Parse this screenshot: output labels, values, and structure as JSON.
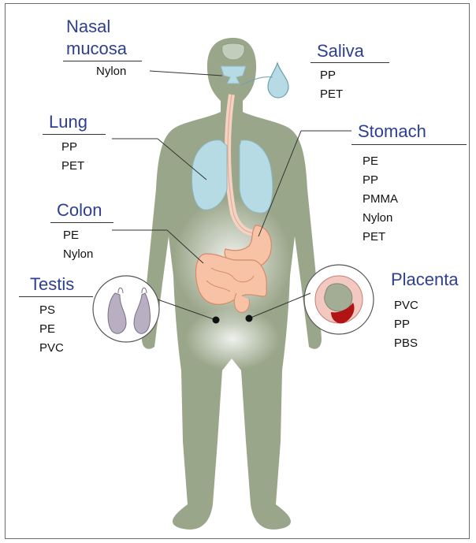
{
  "organs": {
    "nasal": {
      "title_line1": "Nasal",
      "title_line2": "mucosa",
      "items": [
        "Nylon"
      ]
    },
    "saliva": {
      "title": "Saliva",
      "items": [
        "PP",
        "PET"
      ]
    },
    "lung": {
      "title": "Lung",
      "items": [
        "PP",
        "PET"
      ]
    },
    "stomach": {
      "title": "Stomach",
      "items": [
        "PE",
        "PP",
        "PMMA",
        "Nylon",
        "PET"
      ]
    },
    "colon": {
      "title": "Colon",
      "items": [
        "PE",
        "Nylon"
      ]
    },
    "testis": {
      "title": "Testis",
      "items": [
        "PS",
        "PE",
        "PVC"
      ]
    },
    "placenta": {
      "title": "Placenta",
      "items": [
        "PVC",
        "PP",
        "PBS"
      ]
    }
  },
  "colors": {
    "title": "#2e3f8f",
    "body": "#9aa68a",
    "lung": "#b6dbe4",
    "gut": "#f7c2a6",
    "organ_outline": "#d68a6a"
  }
}
